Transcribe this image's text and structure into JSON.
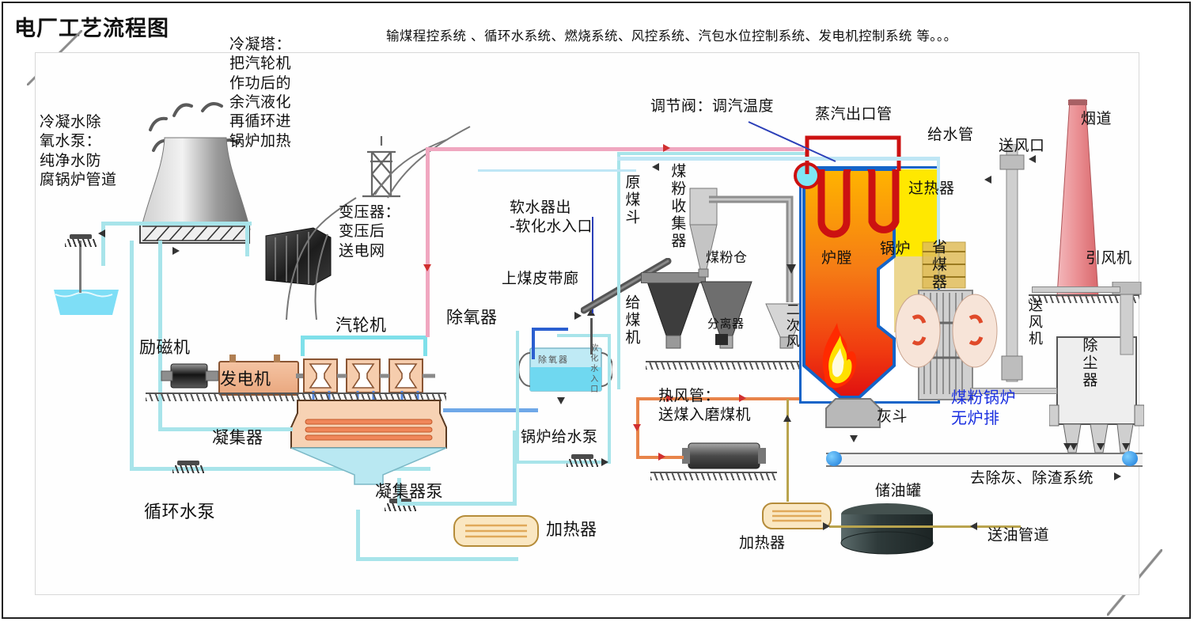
{
  "title": "电厂工艺流程图",
  "header_note": "输煤程控系统 、循环水系统、燃烧系统、风控系统、汽包水位控制系统、发电机控制系统 等。。。",
  "labels": {
    "cooling_tower_note": "冷凝塔：\n把汽轮机\n作功后的\n余汽液化\n再循环进\n锅炉加热",
    "condensate_pump_note": "冷凝水除\n氧水泵：\n纯净水防\n腐锅炉管道",
    "transformer_note": "变压器：\n变压后\n送电网",
    "softener_note": "软水器出\n-软化水入口",
    "coal_belt": "上煤皮带廊",
    "deaerator": "除氧器",
    "deaerator_body": "除氧器",
    "boiler_feed_pump": "锅炉给水泵",
    "exciter": "励磁机",
    "generator": "发电机",
    "turbine": "汽轮机",
    "condenser": "凝集器",
    "condenser_pump": "凝集器泵",
    "circ_water_pump": "循环水泵",
    "heater_left": "加热器",
    "raw_coal_hopper": "原煤斗",
    "coal_feeder": "给煤机",
    "pulverized_coal_collector": "煤粉收集器",
    "coal_powder_bin": "煤粉仓",
    "separator": "分离器",
    "secondary_air": "二次风",
    "hot_air_duct_note": "热风管：\n送煤入磨煤机",
    "regulating_valve_note": "调节阀：调汽温度",
    "steam_outlet_pipe": "蒸汽出口管",
    "feedwater_pipe": "给水管",
    "superheater": "过热器",
    "boiler": "锅炉",
    "economizer": "省煤器",
    "furnace": "炉膛",
    "ash_hopper": "灰斗",
    "pulverized_boiler_note": "煤粉锅炉\n无炉排",
    "air_inlet": "送风口",
    "flue": "烟道",
    "induced_draft_fan": "引风机",
    "forced_draft_fan": "送风机",
    "dust_collector": "除尘器",
    "ash_slag_system": "去除灰、除渣系统",
    "oil_tank": "储油罐",
    "heater_oil": "加热器",
    "oil_pipeline": "送油管道"
  },
  "colors": {
    "water_cyan": "#a8e4ea",
    "steam_pink": "#f0a7c0",
    "steam_red": "#d6313a",
    "hot_air_orange": "#e8844a",
    "note_blue": "#1a2fe0",
    "furnace_orange": "#f58a1f",
    "superheater_yellow": "#ffe800",
    "boiler_wall_blue": "#1464c8",
    "oil_khaki": "#b9a44e",
    "gray_metal": "#9a9a9a"
  }
}
